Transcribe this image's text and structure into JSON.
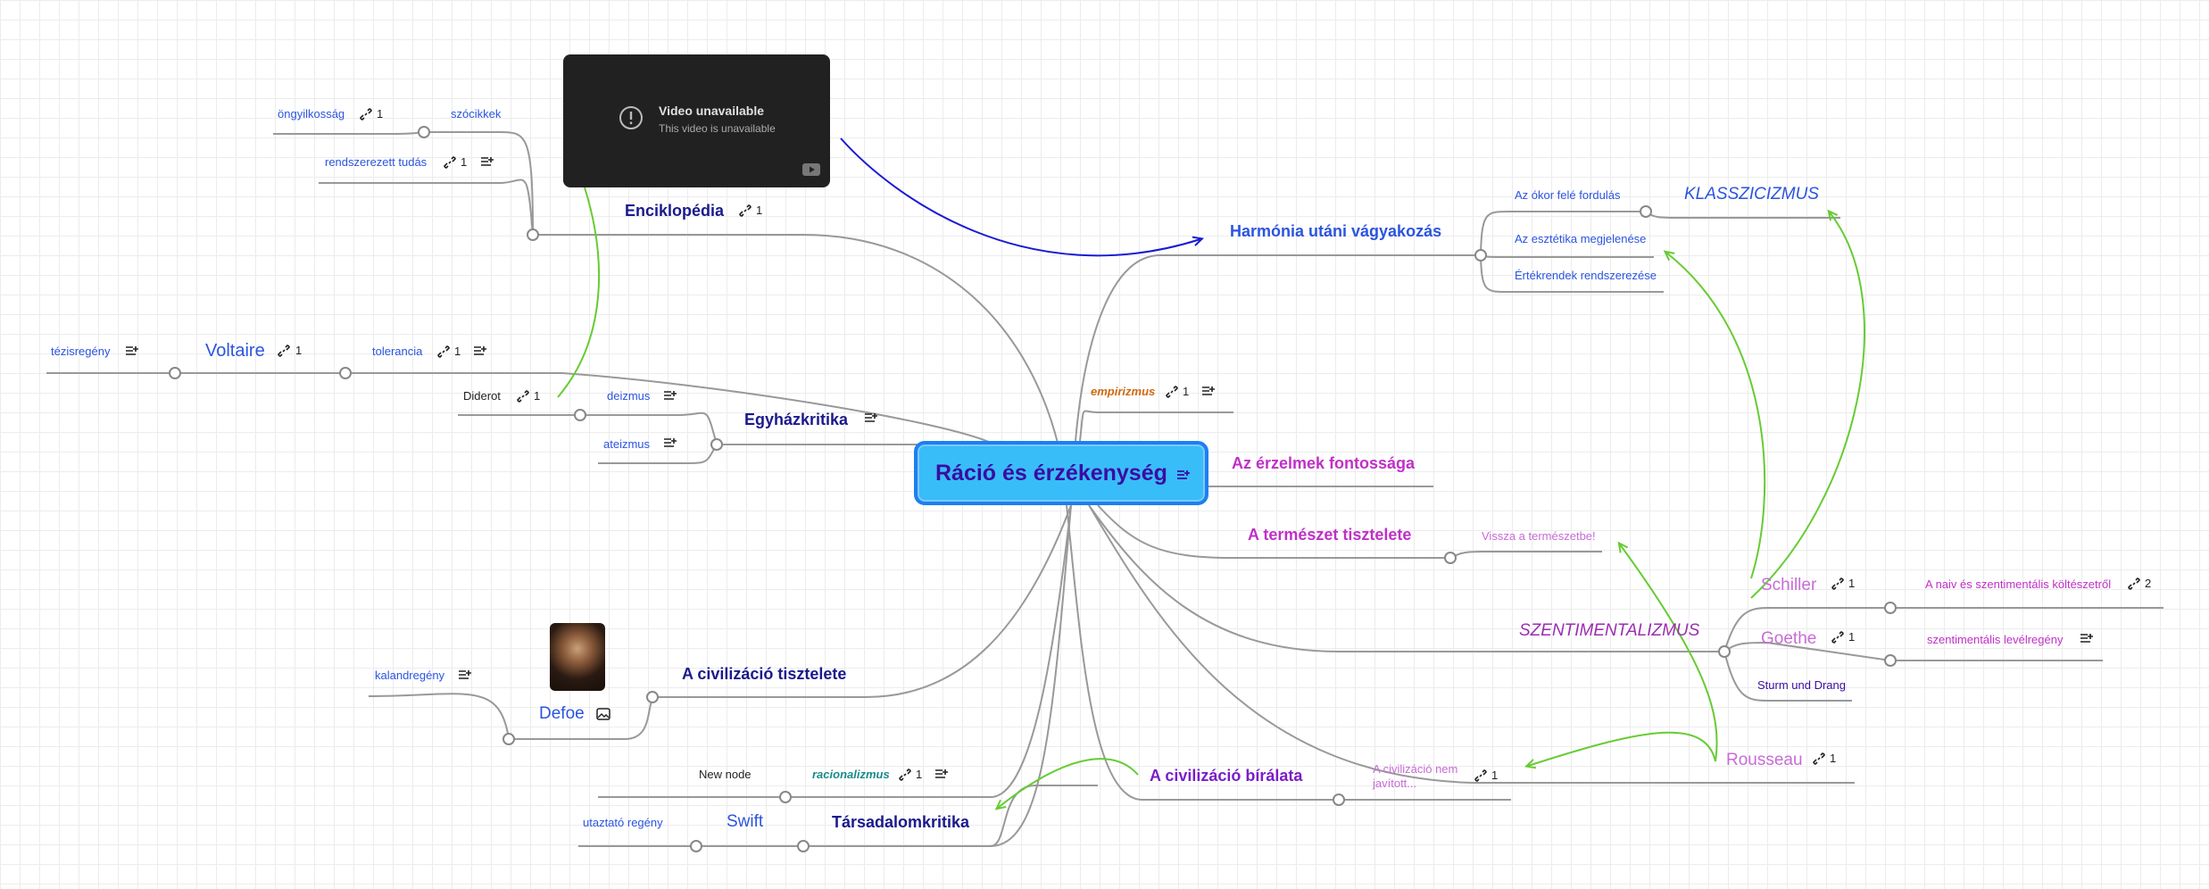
{
  "root": {
    "title": "Ráció és érzékenység"
  },
  "video": {
    "title": "Video unavailable",
    "subtitle": "This video is unavailable"
  },
  "nodes": {
    "enciklopedia": "Enciklopédia",
    "onegyilkossag": "öngyilkosság",
    "szocikkek": "szócikkek",
    "rendszerezett": "rendszerezett tudás",
    "tezisregeny": "tézisregény",
    "voltaire": "Voltaire",
    "tolerancia": "tolerancia",
    "diderot": "Diderot",
    "deizmus": "deizmus",
    "ateizmus": "ateizmus",
    "egyhazkritika": "Egyházkritika",
    "kalandregeny": "kalandregény",
    "defoe": "Defoe",
    "civ_tisztelete": "A civilizáció tisztelete",
    "new_node": "New node",
    "racionalizmus": "racionalizmus",
    "utaztato": "utaztató regény",
    "swift": "Swift",
    "tarsadalomkritika": "Társadalomkritika",
    "civ_biralata": "A civilizáció bírálata",
    "civ_nem_javitott_1": "A civilizáció nem",
    "civ_nem_javitott_2": "javított...",
    "harmonia": "Harmónia utáni vágyakozás",
    "okor": "Az ókor felé fordulás",
    "klasszicizmus": "KLASSZICIZMUS",
    "esztetika": "Az esztétika megjelenése",
    "ertekrendek": "Értékrendek rendszerezése",
    "empirizmus": "empirizmus",
    "erzelmek": "Az érzelmek fontossága",
    "termeszet": "A természet tisztelete",
    "vissza": "Vissza a természetbe!",
    "szentimentalizmus": "SZENTIMENTALIZMUS",
    "schiller": "Schiller",
    "naiv": "A naiv és szentimentális költészetről",
    "goethe": "Goethe",
    "levelregeny": "szentimentális levélregény",
    "sturm": "Sturm und Drang",
    "rousseau": "Rousseau"
  },
  "counts": {
    "one": "1",
    "two": "2"
  },
  "colors": {
    "accent": "#1d7ff0",
    "root_fill": "#38bdf8",
    "branch_line": "#999999",
    "relation_green": "#66cc33",
    "relation_blue": "#1a1ad6",
    "navy": "#1a1a8c",
    "blue": "#2b54e0",
    "magenta": "#c030c8",
    "purple": "#7a1ec8",
    "orange": "#d06a10",
    "teal": "#1a8a8a"
  },
  "icons": [
    "link-icon",
    "note-icon",
    "image-icon",
    "alert-icon",
    "youtube-icon"
  ]
}
